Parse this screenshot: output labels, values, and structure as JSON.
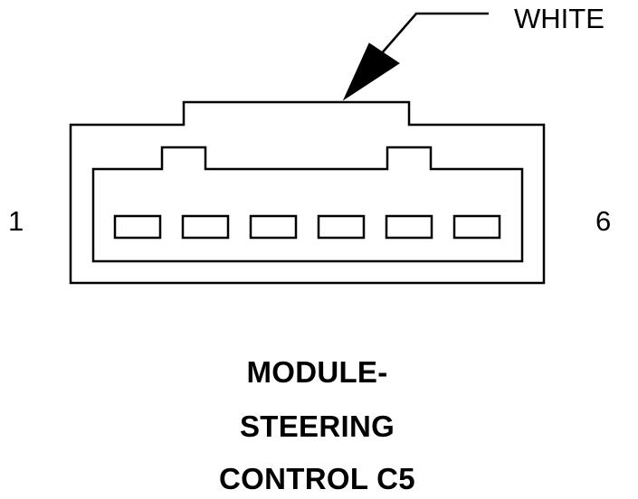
{
  "connector": {
    "pin_first_label": "1",
    "pin_last_label": "6",
    "pin_count": 6,
    "wire_color_label": "WHITE"
  },
  "caption": {
    "line1": "MODULE-",
    "line2": "STEERING",
    "line3": "CONTROL C5"
  },
  "colors": {
    "line": "#000000",
    "background": "#ffffff"
  }
}
